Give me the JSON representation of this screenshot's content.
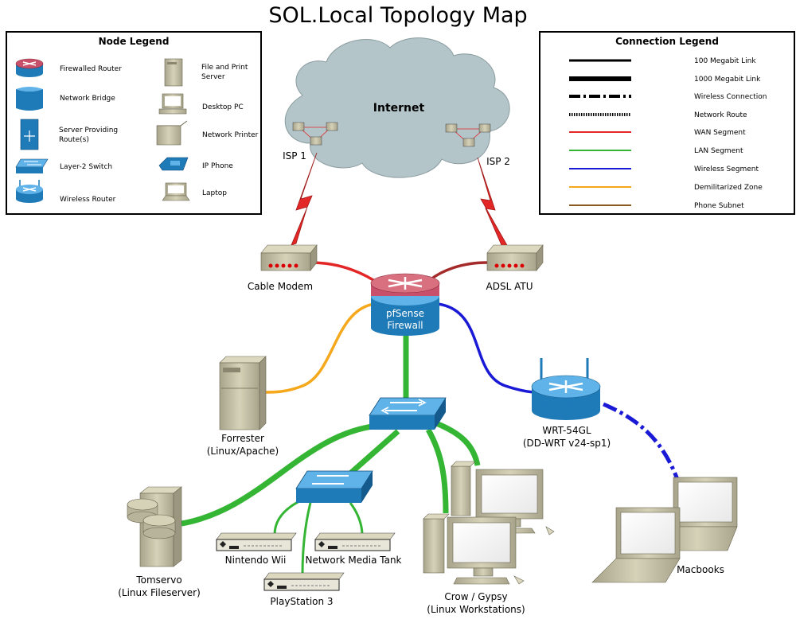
{
  "title": "SOL.Local Topology Map",
  "node_legend": {
    "title": "Node Legend",
    "items": [
      {
        "label": "Firewalled Router",
        "icon": "router-icon"
      },
      {
        "label": "Network Bridge",
        "icon": "bridge-icon"
      },
      {
        "label": "Server Providing Route(s)",
        "icon": "route-server-icon"
      },
      {
        "label": "Layer-2 Switch",
        "icon": "switch-icon"
      },
      {
        "label": "Wireless Router",
        "icon": "wireless-router-icon"
      },
      {
        "label": "File and Print Server",
        "icon": "file-server-icon"
      },
      {
        "label": "Desktop PC",
        "icon": "desktop-pc-icon"
      },
      {
        "label": "Network Printer",
        "icon": "printer-icon"
      },
      {
        "label": "IP Phone",
        "icon": "ip-phone-icon"
      },
      {
        "label": "Laptop",
        "icon": "laptop-icon"
      }
    ]
  },
  "connection_legend": {
    "title": "Connection Legend",
    "items": [
      {
        "label": "100 Megabit Link",
        "style": "solid-thin",
        "color": "#000000"
      },
      {
        "label": "1000 Megabit Link",
        "style": "solid-thick",
        "color": "#000000"
      },
      {
        "label": "Wireless Connection",
        "style": "dash-dot",
        "color": "#000000"
      },
      {
        "label": "Network Route",
        "style": "dotted",
        "color": "#000000"
      },
      {
        "label": "WAN Segment",
        "style": "solid",
        "color": "#e32626"
      },
      {
        "label": "LAN Segment",
        "style": "solid",
        "color": "#34b534"
      },
      {
        "label": "Wireless Segment",
        "style": "solid",
        "color": "#1a1ad6"
      },
      {
        "label": "Demilitarized Zone",
        "style": "solid",
        "color": "#f5a81c"
      },
      {
        "label": "Phone Subnet",
        "style": "solid",
        "color": "#8b5a1e"
      }
    ]
  },
  "nodes": {
    "internet": "Internet",
    "isp1": "ISP 1",
    "isp2": "ISP 2",
    "cable_modem": "Cable Modem",
    "adsl": "ADSL ATU",
    "firewall": [
      "pfSense",
      "Firewall"
    ],
    "forrester": [
      "Forrester",
      "(Linux/Apache)"
    ],
    "wrt": [
      "WRT-54GL",
      "(DD-WRT v24-sp1)"
    ],
    "tomservo": [
      "Tomservo",
      "(Linux Fileserver)"
    ],
    "wii": "Nintendo Wii",
    "nmt": "Network Media Tank",
    "ps3": "PlayStation 3",
    "crow": [
      "Crow / Gypsy",
      "(Linux Workstations)"
    ],
    "macbooks": "Macbooks"
  },
  "colors": {
    "wan": "#e32626",
    "wan_dark": "#a52a2a",
    "lan": "#34b534",
    "wireless": "#1a1ad6",
    "dmz": "#f5a81c",
    "router_top": "#c8506a",
    "router_body": "#1f7ab8",
    "switch": "#1e90d8",
    "cloud": "#b0c4c8",
    "beige": "#c8c4a8"
  }
}
